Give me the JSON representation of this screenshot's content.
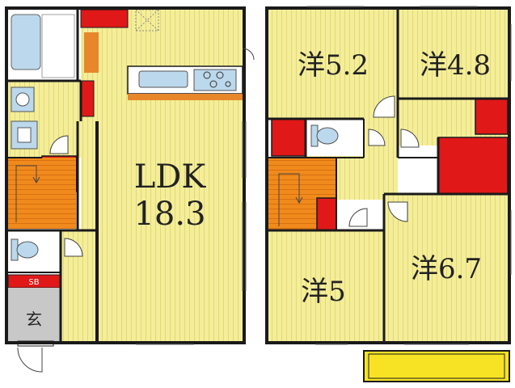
{
  "labels": {
    "ldk": "LDK",
    "ldk_size": "18.3",
    "room_1": "洋5.2",
    "room_2": "洋4.8",
    "room_3": "洋5",
    "room_4": "洋6.7",
    "genkan": "玄",
    "shoe_box": "SB"
  },
  "colors": {
    "room_fill": "#f4ee9a",
    "room_stripe": "#e6dc78",
    "wall": "#1a1a1a",
    "storage_red": "#e01818",
    "stairs_orange": "#f08a1c",
    "balcony": "#f7e324",
    "fixture_blue": "#bcd8ec",
    "entrance_gray": "#c8c8c8",
    "counter_orange": "#e8862a"
  }
}
